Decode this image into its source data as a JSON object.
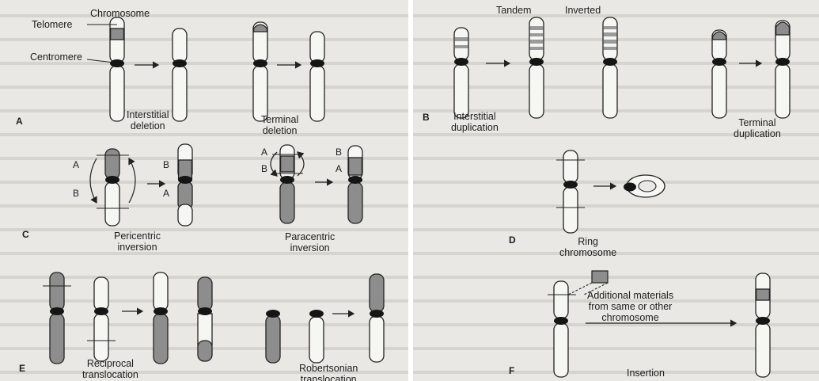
{
  "left": {
    "A": {
      "letter": "A",
      "chromosome": "Chromosome",
      "telomere": "Telomere",
      "centromere": "Centromere",
      "interstitial": [
        "Interstitial",
        "deletion"
      ],
      "terminal": [
        "Terminal",
        "deletion"
      ]
    },
    "C": {
      "letter": "C",
      "pericentric": [
        "Pericentric",
        "inversion"
      ],
      "paracentric": [
        "Paracentric",
        "inversion"
      ],
      "arms": [
        "A",
        "B",
        "B",
        "A",
        "A",
        "B",
        "B",
        "A"
      ]
    },
    "E": {
      "letter": "E",
      "reciprocal": [
        "Reciprocal",
        "translocation"
      ],
      "robertsonian": [
        "Robertsonian",
        "translocation"
      ]
    }
  },
  "right": {
    "B": {
      "letter": "B",
      "tandem": "Tandem",
      "inverted": "Inverted",
      "interstitial": [
        "Interstitial",
        "duplication"
      ],
      "terminal": [
        "Terminal",
        "duplication"
      ]
    },
    "D": {
      "letter": "D",
      "ring": [
        "Ring",
        "chromosome"
      ]
    },
    "F": {
      "letter": "F",
      "additional": [
        "Additional materials",
        "from same or other",
        "chromosome"
      ],
      "insertion": "Insertion"
    }
  },
  "colors": {
    "page": "#e9e8e4",
    "shade": "#8d8d8d",
    "ink": "#1c1c1c",
    "chromosome": "#f6f6f3"
  }
}
